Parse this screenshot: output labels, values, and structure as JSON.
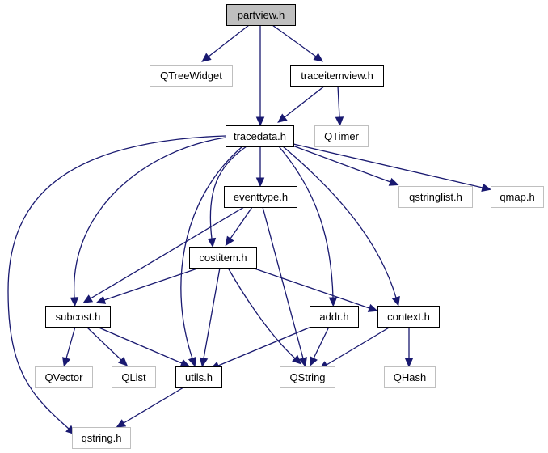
{
  "diagram": {
    "title": "Include dependency graph for partview.h",
    "colors": {
      "edge": "#191970",
      "root_fill": "#bfbfbf",
      "root_stroke": "#000000",
      "internal_fill": "#ffffff",
      "internal_stroke": "#000000",
      "external_fill": "#ffffff",
      "external_stroke": "#bfbfbf"
    },
    "nodes": [
      {
        "id": "partview",
        "label": "partview.h",
        "kind": "root"
      },
      {
        "id": "qtreewidget",
        "label": "QTreeWidget",
        "kind": "external"
      },
      {
        "id": "traceitemview",
        "label": "traceitemview.h",
        "kind": "internal"
      },
      {
        "id": "tracedata",
        "label": "tracedata.h",
        "kind": "internal"
      },
      {
        "id": "qtimer",
        "label": "QTimer",
        "kind": "external"
      },
      {
        "id": "eventtype",
        "label": "eventtype.h",
        "kind": "internal"
      },
      {
        "id": "qstringlist",
        "label": "qstringlist.h",
        "kind": "external"
      },
      {
        "id": "qmap",
        "label": "qmap.h",
        "kind": "external"
      },
      {
        "id": "costitem",
        "label": "costitem.h",
        "kind": "internal"
      },
      {
        "id": "subcost",
        "label": "subcost.h",
        "kind": "internal"
      },
      {
        "id": "addr",
        "label": "addr.h",
        "kind": "internal"
      },
      {
        "id": "context",
        "label": "context.h",
        "kind": "internal"
      },
      {
        "id": "qvector",
        "label": "QVector",
        "kind": "external"
      },
      {
        "id": "qlist",
        "label": "QList",
        "kind": "external"
      },
      {
        "id": "utils",
        "label": "utils.h",
        "kind": "internal"
      },
      {
        "id": "qstring",
        "label": "QString",
        "kind": "external"
      },
      {
        "id": "qhash",
        "label": "QHash",
        "kind": "external"
      },
      {
        "id": "qstring_h",
        "label": "qstring.h",
        "kind": "external"
      }
    ],
    "edges": [
      {
        "from": "partview",
        "to": "qtreewidget"
      },
      {
        "from": "partview",
        "to": "tracedata"
      },
      {
        "from": "partview",
        "to": "traceitemview"
      },
      {
        "from": "traceitemview",
        "to": "tracedata"
      },
      {
        "from": "traceitemview",
        "to": "qtimer"
      },
      {
        "from": "tracedata",
        "to": "eventtype"
      },
      {
        "from": "tracedata",
        "to": "qstringlist"
      },
      {
        "from": "tracedata",
        "to": "qmap"
      },
      {
        "from": "tracedata",
        "to": "costitem"
      },
      {
        "from": "tracedata",
        "to": "subcost"
      },
      {
        "from": "tracedata",
        "to": "utils"
      },
      {
        "from": "tracedata",
        "to": "addr"
      },
      {
        "from": "tracedata",
        "to": "context"
      },
      {
        "from": "tracedata",
        "to": "qstring_h"
      },
      {
        "from": "eventtype",
        "to": "costitem"
      },
      {
        "from": "eventtype",
        "to": "subcost"
      },
      {
        "from": "eventtype",
        "to": "qstring"
      },
      {
        "from": "costitem",
        "to": "subcost"
      },
      {
        "from": "costitem",
        "to": "utils"
      },
      {
        "from": "costitem",
        "to": "qstring"
      },
      {
        "from": "costitem",
        "to": "context"
      },
      {
        "from": "subcost",
        "to": "qvector"
      },
      {
        "from": "subcost",
        "to": "qlist"
      },
      {
        "from": "subcost",
        "to": "utils"
      },
      {
        "from": "addr",
        "to": "utils"
      },
      {
        "from": "addr",
        "to": "qstring"
      },
      {
        "from": "context",
        "to": "qstring"
      },
      {
        "from": "context",
        "to": "qhash"
      },
      {
        "from": "utils",
        "to": "qstring_h"
      }
    ]
  }
}
